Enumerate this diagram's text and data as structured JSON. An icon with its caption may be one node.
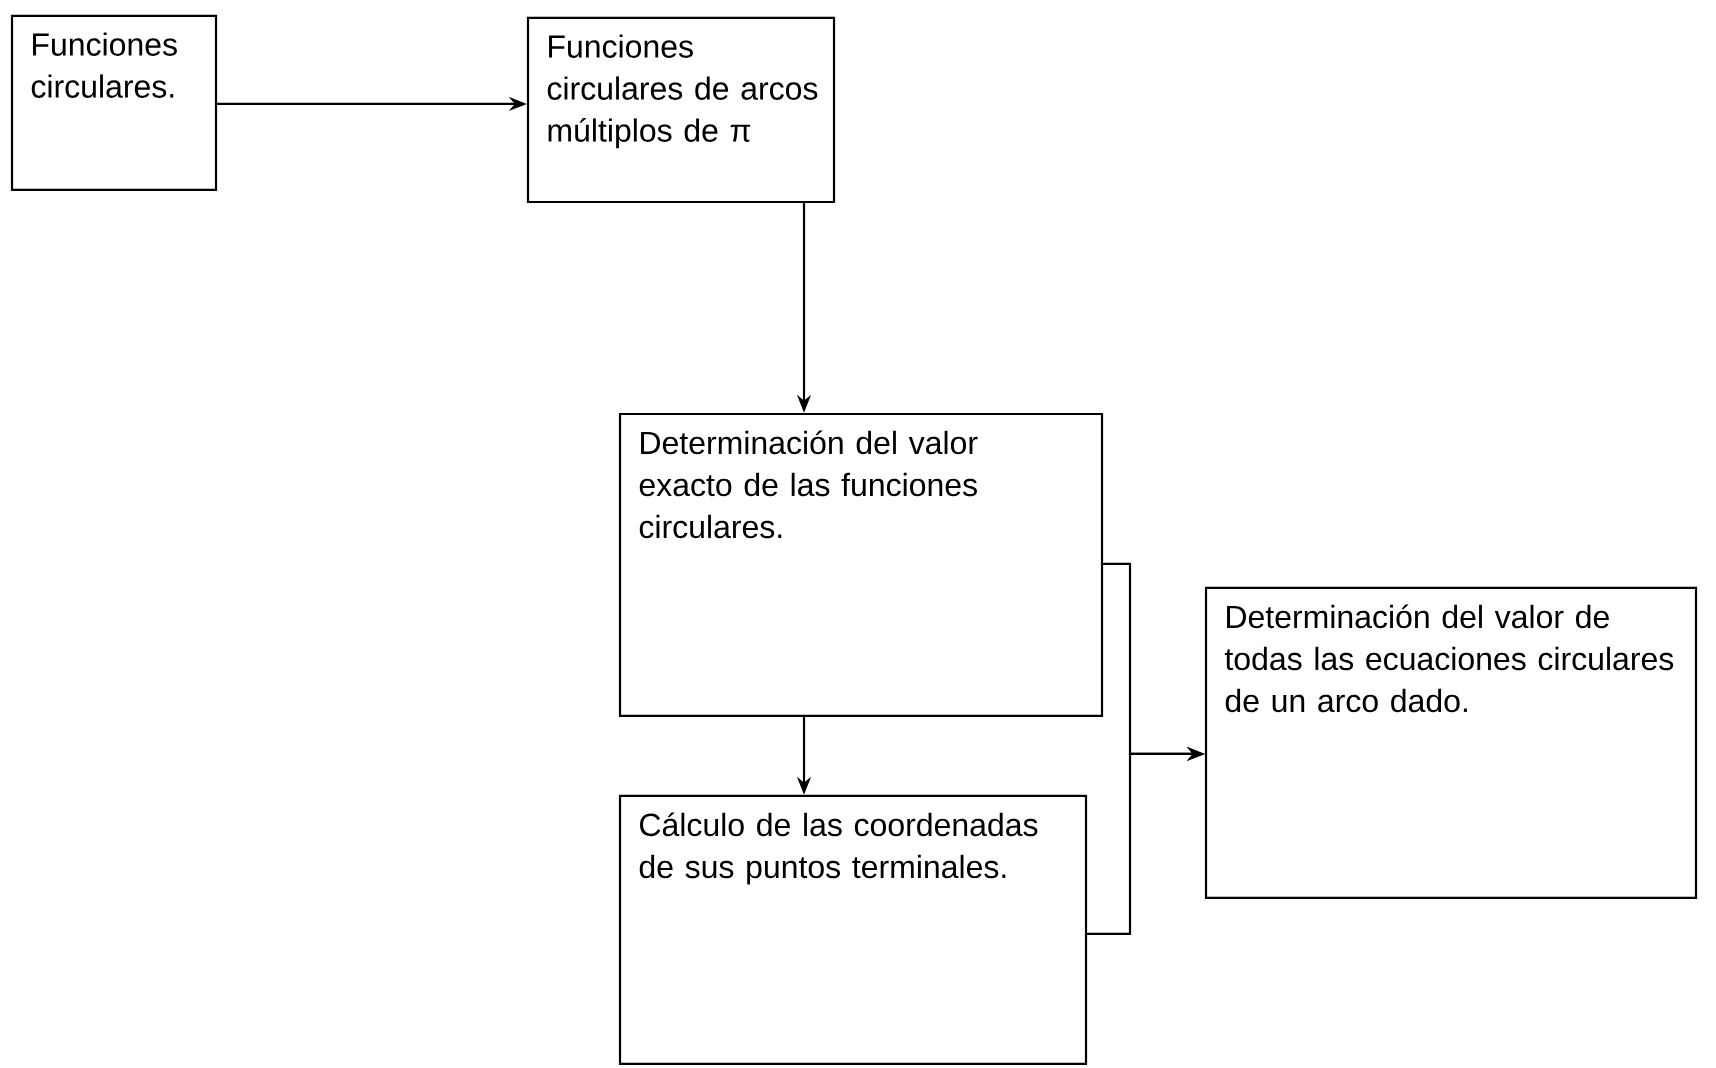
{
  "diagram": {
    "nodes": [
      {
        "text": [
          "Funciones circulares."
        ]
      },
      {
        "text": [
          "Funciones circulares de arcos múltiplos de π"
        ]
      },
      {
        "text": [
          "Determinación del valor exacto de las funciones circulares."
        ]
      },
      {
        "text": [
          "Cálculo de las coordenadas de sus puntos terminales."
        ]
      },
      {
        "text": [
          "Determinación del valor de todas las ecuaciones circulares de un arco dado."
        ]
      }
    ],
    "edges": [
      {
        "from": 0,
        "to": 1,
        "arrow": "to"
      },
      {
        "from": 1,
        "to": 2,
        "arrow": "to"
      },
      {
        "from": 2,
        "to": 3,
        "arrow": "to"
      },
      {
        "from": 2,
        "to": 4,
        "arrow": "to"
      },
      {
        "from": 3,
        "to": 4,
        "arrow": "to"
      }
    ]
  }
}
